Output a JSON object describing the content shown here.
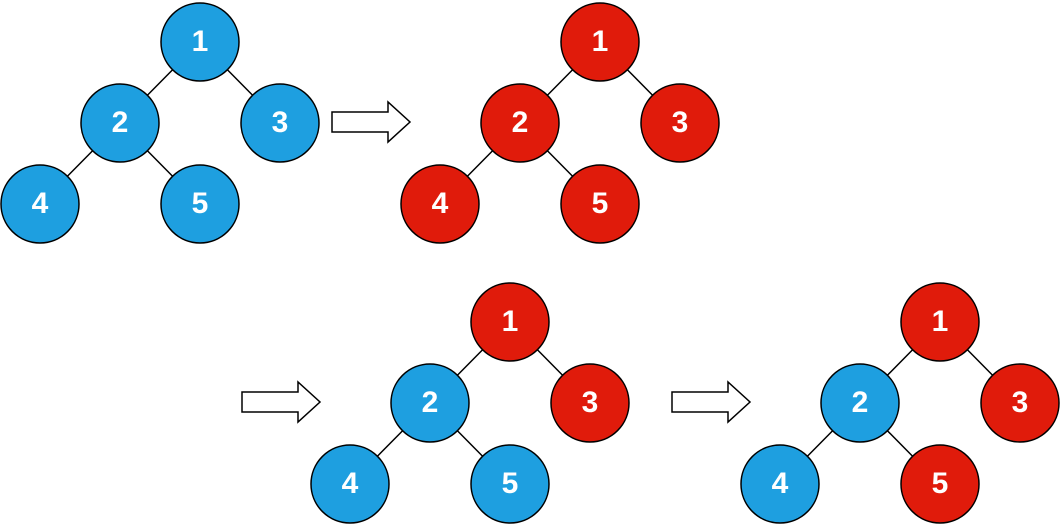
{
  "colors": {
    "blue": "#1E9FE0",
    "red": "#E01B0B",
    "stroke": "#000000",
    "arrow_fill": "#ffffff"
  },
  "trees": [
    {
      "id": "tree-1",
      "colors": {
        "1": "blue",
        "2": "blue",
        "3": "blue",
        "4": "blue",
        "5": "blue"
      }
    },
    {
      "id": "tree-2",
      "colors": {
        "1": "red",
        "2": "red",
        "3": "red",
        "4": "red",
        "5": "red"
      }
    },
    {
      "id": "tree-3",
      "colors": {
        "1": "red",
        "2": "blue",
        "3": "red",
        "4": "blue",
        "5": "blue"
      }
    },
    {
      "id": "tree-4",
      "colors": {
        "1": "red",
        "2": "blue",
        "3": "red",
        "4": "blue",
        "5": "red"
      }
    }
  ],
  "node_labels": {
    "1": "1",
    "2": "2",
    "3": "3",
    "4": "4",
    "5": "5"
  },
  "edges": [
    [
      "1",
      "2"
    ],
    [
      "1",
      "3"
    ],
    [
      "2",
      "4"
    ],
    [
      "2",
      "5"
    ]
  ],
  "arrows": [
    "arrow-1",
    "arrow-2",
    "arrow-3"
  ]
}
